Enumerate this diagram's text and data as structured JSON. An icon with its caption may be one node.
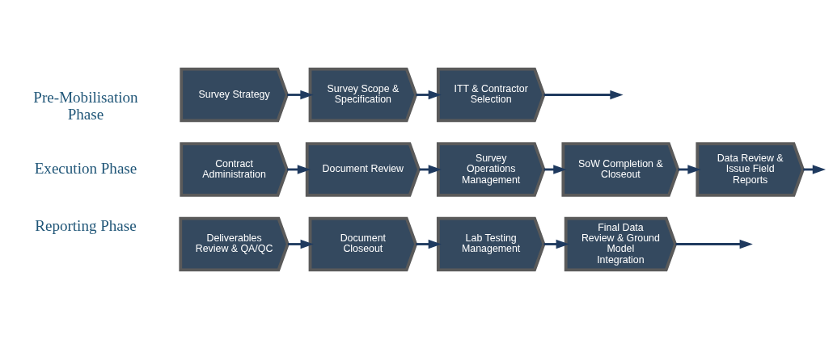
{
  "diagram": {
    "nodes": [
      {
        "text": [
          "Survey Strategy"
        ]
      },
      {
        "text": [
          "Survey Scope & Specification"
        ]
      },
      {
        "text": [
          "ITT & Contractor Selection"
        ]
      },
      {
        "text": [
          "Contract Administration"
        ]
      },
      {
        "text": [
          "Document Review"
        ]
      },
      {
        "text": [
          "Survey Operations Management"
        ]
      },
      {
        "text": [
          "SoW Completion & Closeout"
        ]
      },
      {
        "text": [
          "Data Review & Issue Field Reports"
        ]
      },
      {
        "text": [
          "Deliverables Review & QA/QC"
        ]
      },
      {
        "text": [
          "Document Closeout"
        ]
      },
      {
        "text": [
          "Lab Testing Management"
        ]
      },
      {
        "text": [
          "Final Data Review & Ground Model Integration"
        ]
      }
    ],
    "edges": [
      {
        "from": 0,
        "to": 1,
        "arrow": "to"
      },
      {
        "from": 1,
        "to": 2,
        "arrow": "to"
      },
      {
        "from": 2,
        "to": null,
        "arrow": "to"
      },
      {
        "from": 3,
        "to": 4,
        "arrow": "to"
      },
      {
        "from": 4,
        "to": 5,
        "arrow": "to"
      },
      {
        "from": 5,
        "to": 6,
        "arrow": "to"
      },
      {
        "from": 6,
        "to": 7,
        "arrow": "to"
      },
      {
        "from": 7,
        "to": null,
        "arrow": "to"
      },
      {
        "from": 8,
        "to": 9,
        "arrow": "to"
      },
      {
        "from": 9,
        "to": 10,
        "arrow": "to"
      },
      {
        "from": 10,
        "to": 11,
        "arrow": "to"
      },
      {
        "from": 11,
        "to": null,
        "arrow": "to"
      }
    ],
    "labels": [
      "Pre-Mobilisation Phase",
      "Execution Phase",
      "Reporting Phase"
    ]
  }
}
